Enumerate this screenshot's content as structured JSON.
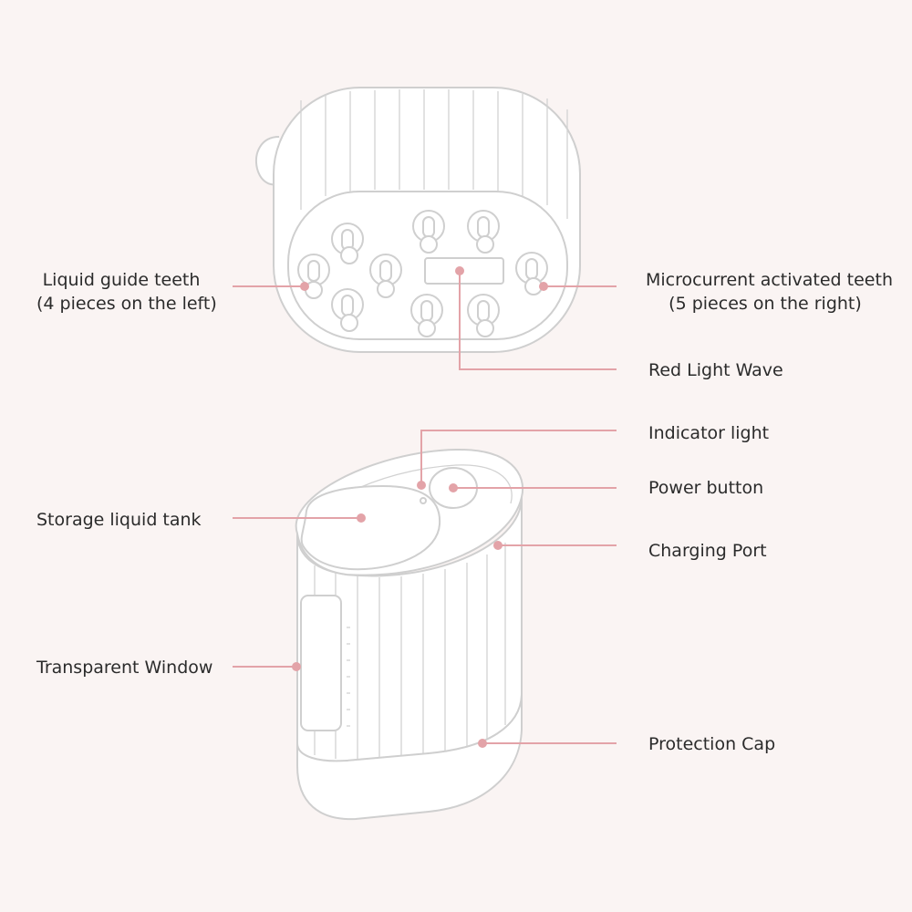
{
  "labels": {
    "liquid_guide_teeth": {
      "line1": "Liquid guide teeth",
      "line2": "(4 pieces on the left)"
    },
    "microcurrent_teeth": {
      "line1": "Microcurrent activated teeth",
      "line2": "(5 pieces on the right)"
    },
    "red_light_wave": "Red Light Wave",
    "indicator_light": "Indicator light",
    "power_button": "Power button",
    "storage_liquid_tank": "Storage liquid tank",
    "charging_port": "Charging Port",
    "transparent_window": "Transparent Window",
    "protection_cap": "Protection Cap"
  },
  "colors": {
    "background": "#faf4f3",
    "leader": "#e3a3a8",
    "outline": "#cfcfcf",
    "text": "#2b2b2b"
  }
}
